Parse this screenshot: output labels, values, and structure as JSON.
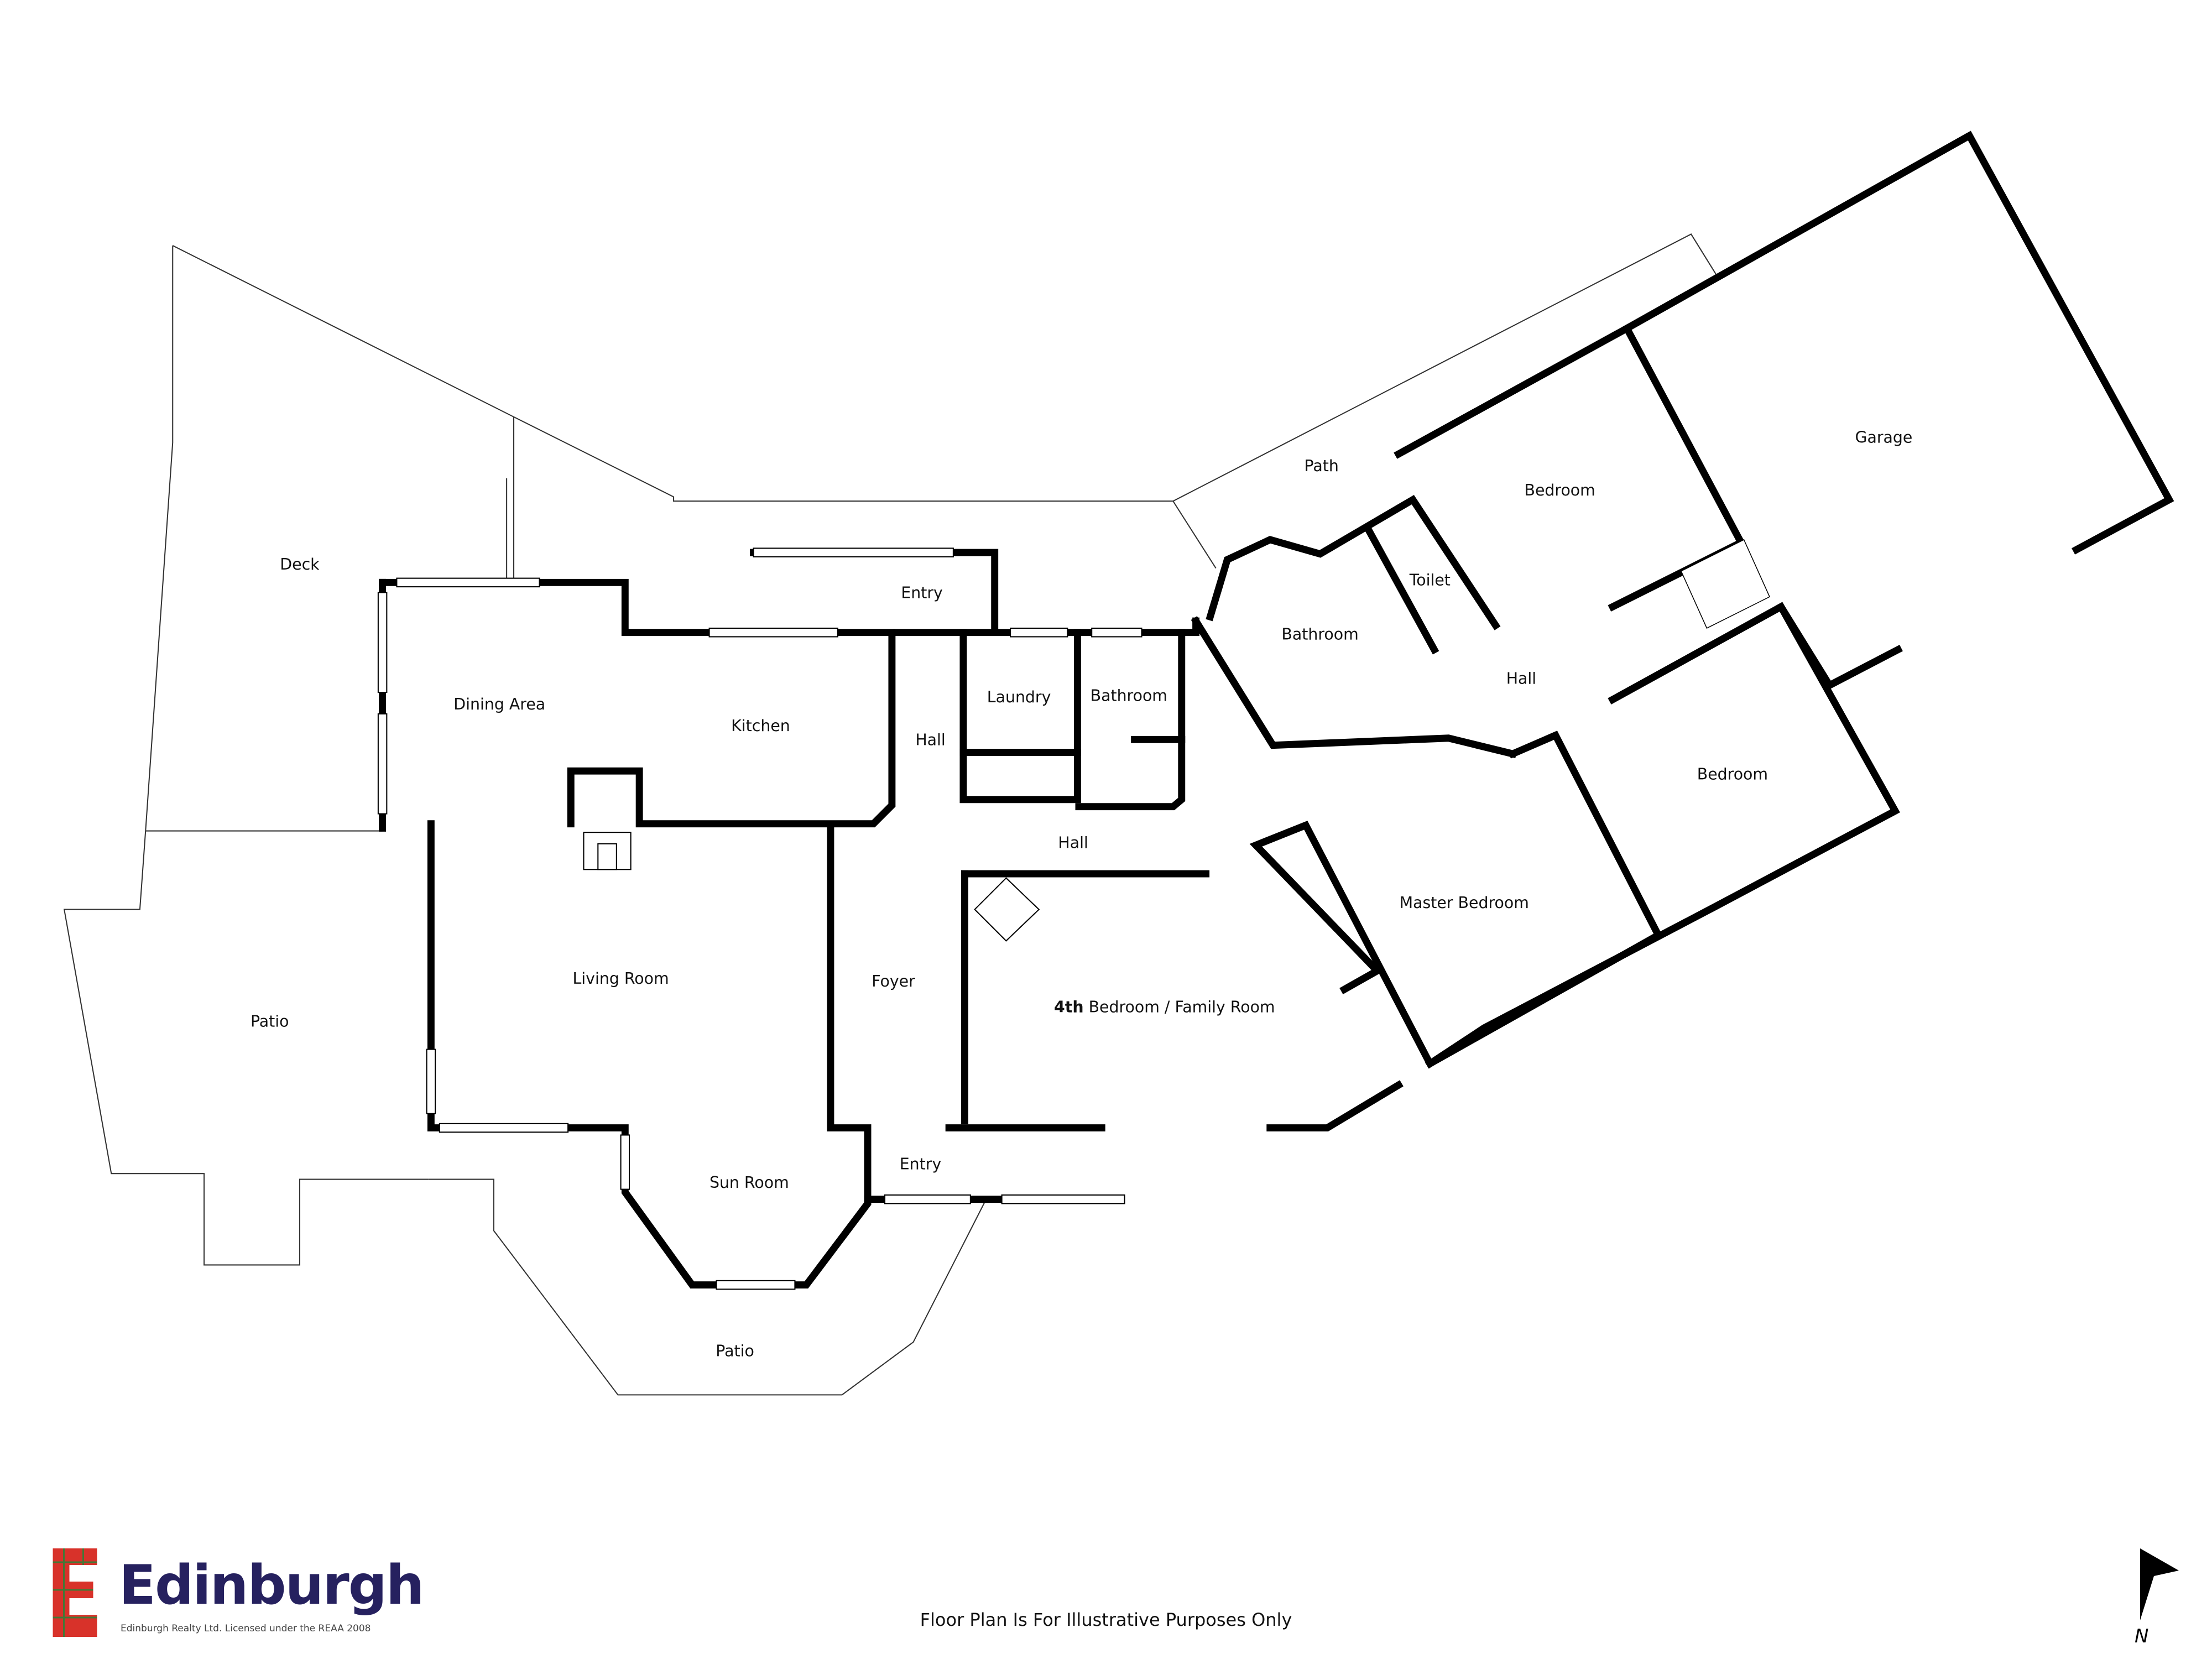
{
  "rooms": {
    "deck": "Deck",
    "patio_west": "Patio",
    "dining": "Dining Area",
    "kitchen": "Kitchen",
    "entry_north": "Entry",
    "hall_small": "Hall",
    "laundry": "Laundry",
    "bathroom_1": "Bathroom",
    "living": "Living Room",
    "foyer": "Foyer",
    "hall_main": "Hall",
    "sun_room": "Sun Room",
    "entry_south": "Entry",
    "patio_south": "Patio",
    "fourth_bedroom_bold": "4th",
    "fourth_bedroom": "Bedroom / Family Room",
    "path": "Path",
    "bathroom_2": "Bathroom",
    "toilet": "Toilet",
    "bedroom_north": "Bedroom",
    "garage": "Garage",
    "hall_east": "Hall",
    "bedroom_east": "Bedroom",
    "master_bedroom": "Master Bedroom"
  },
  "logo": {
    "name": "Edinburgh",
    "tagline": "Edinburgh Realty Ltd. Licensed under the REAA 2008",
    "brand_color": "#26215f",
    "tartan_color": "#d8322a"
  },
  "footer": "Floor Plan Is For Illustrative Purposes Only",
  "north_label": "N"
}
